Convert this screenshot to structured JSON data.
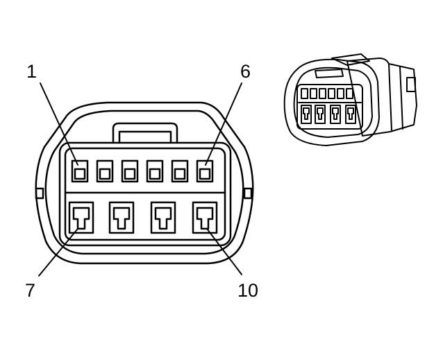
{
  "diagram": {
    "pin_labels": {
      "first_top": "1",
      "last_top": "6",
      "first_bottom": "7",
      "last_bottom": "10"
    },
    "colors": {
      "stroke": "#000000",
      "background": "#ffffff"
    }
  }
}
